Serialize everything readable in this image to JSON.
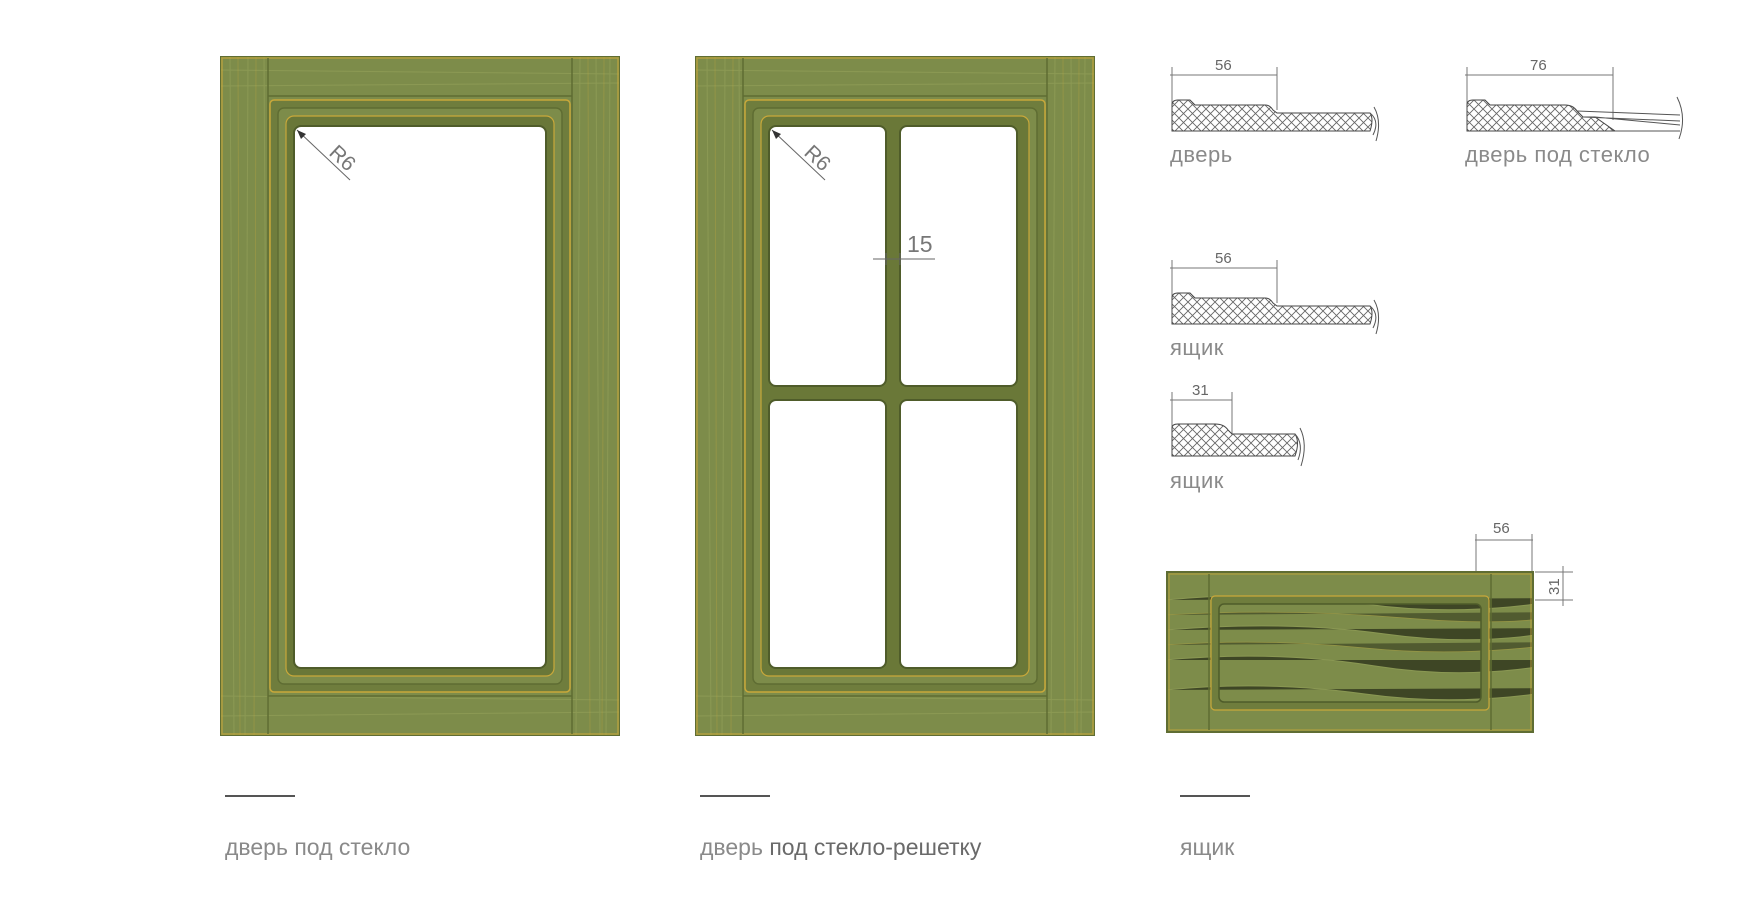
{
  "colors": {
    "frame_green": "#7d8c4a",
    "frame_dark": "#5f6d33",
    "gold_edge": "#c9a83a",
    "hatch": "#666666"
  },
  "doors": {
    "glass": {
      "radius_label": "R6"
    },
    "lattice": {
      "radius_label": "R6",
      "mullion_label": "15"
    }
  },
  "profiles": [
    {
      "dimension": "56",
      "label": "дверь"
    },
    {
      "dimension": "76",
      "label": "дверь под стекло"
    },
    {
      "dimension": "56",
      "label": "ящик"
    },
    {
      "dimension": "31",
      "label": "ящик"
    }
  ],
  "drawer_front": {
    "width_label": "56",
    "height_label": "31"
  },
  "captions": {
    "glass_door": "дверь под стекло",
    "lattice_door_prefix": "дверь",
    "lattice_door_suffix": " под стекло-решетку",
    "drawer": "ящик"
  }
}
